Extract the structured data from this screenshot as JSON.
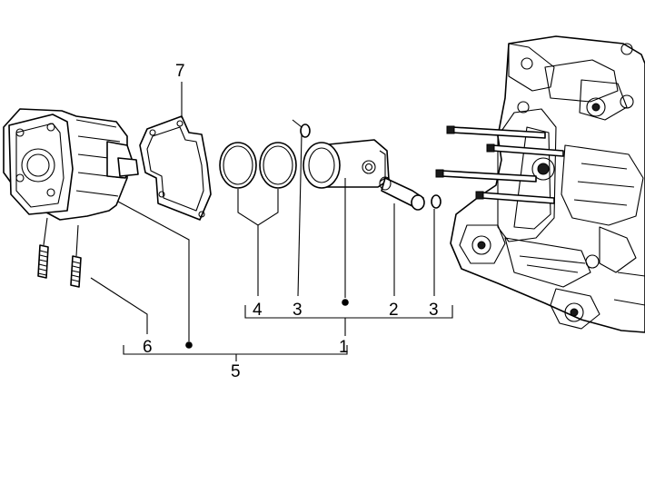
{
  "labels": {
    "l1": "1",
    "l2": "2",
    "l3a": "3",
    "l3b": "3",
    "l4": "4",
    "l5": "5",
    "l6": "6",
    "l7": "7"
  }
}
